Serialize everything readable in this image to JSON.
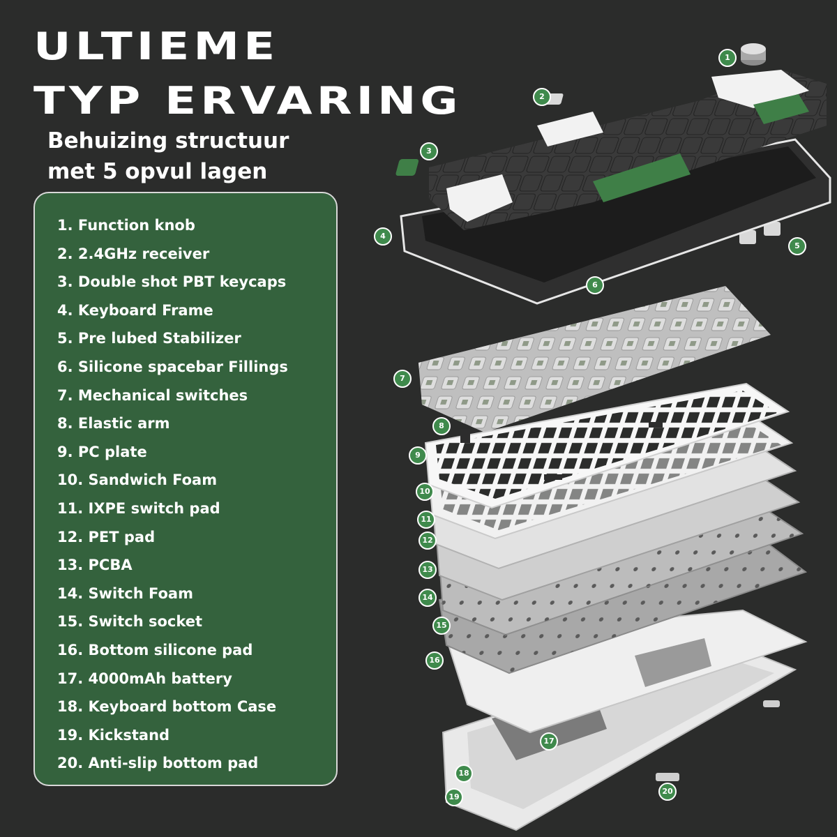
{
  "heading": {
    "line1": "ULTIEME",
    "line2": "TYP ERVARING"
  },
  "subheading": {
    "line1": "Behuizing structuur",
    "line2": "met 5 opvul lagen"
  },
  "legend": {
    "items": [
      "1. Function knob",
      "2. 2.4GHz receiver",
      "3. Double shot PBT keycaps",
      "4. Keyboard Frame",
      "5. Pre lubed Stabilizer",
      "6. Silicone spacebar Fillings",
      "7. Mechanical switches",
      "8. Elastic arm",
      "9. PC plate",
      "10. Sandwich Foam",
      "11. IXPE switch pad",
      "12. PET pad",
      "13. PCBA",
      "14. Switch Foam",
      "15. Switch socket",
      "16. Bottom silicone pad",
      "17. 4000mAh battery",
      "18. Keyboard bottom Case",
      "19. Kickstand",
      "20. Anti-slip bottom pad"
    ]
  },
  "callouts": [
    "1",
    "2",
    "3",
    "4",
    "5",
    "6",
    "7",
    "8",
    "9",
    "10",
    "11",
    "12",
    "13",
    "14",
    "15",
    "16",
    "17",
    "18",
    "19",
    "20"
  ],
  "colors": {
    "background": "#2b2c2b",
    "panel": "#34623d",
    "panel_border": "#d9d9d9",
    "callout": "#3f8a4c",
    "keycap_dark": "#3a3a3a",
    "keycap_white": "#f2f2f2",
    "keycap_green": "#3f7f47"
  }
}
